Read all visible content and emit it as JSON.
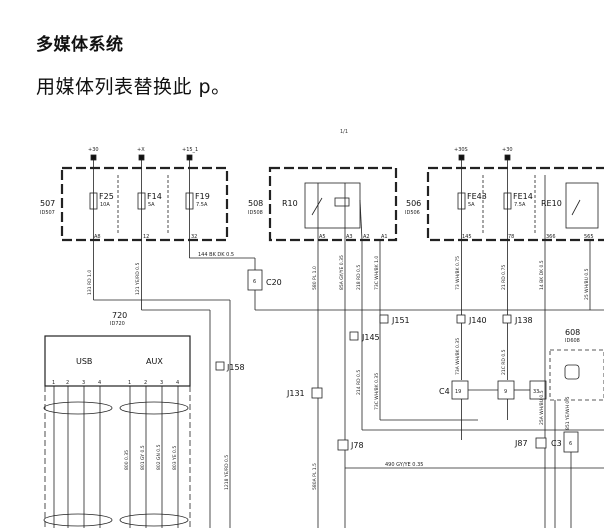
{
  "heading": "多媒体系统",
  "instruction": "用媒体列表替换此 p。",
  "diagram": {
    "page_indicator": "1/1",
    "top_labels": [
      "+30",
      "+X",
      "+15_1",
      "+30S",
      "+30"
    ],
    "modules": {
      "m507": {
        "name": "507",
        "sub": "ID507"
      },
      "m508": {
        "name": "508",
        "sub": "ID508"
      },
      "m506": {
        "name": "506",
        "sub": "ID506"
      },
      "m720": {
        "name": "720",
        "sub": "ID720"
      },
      "m608": {
        "name": "608",
        "sub": "ID608"
      }
    },
    "fuses": {
      "f25": {
        "name": "F25",
        "rating": "10A"
      },
      "f14a": {
        "name": "F14",
        "rating": "5A"
      },
      "f19": {
        "name": "F19",
        "rating": "7.5A"
      },
      "fe43": {
        "name": "FE43",
        "rating": "5A"
      },
      "fe14": {
        "name": "FE14",
        "rating": "7.5A"
      }
    },
    "relays": {
      "r10": "R10",
      "re10": "RE10"
    },
    "ports": {
      "usb": "USB",
      "aux": "AUX"
    },
    "connectors": {
      "c20": "C20",
      "c4": "C4",
      "c3": "C3",
      "c20_pin": "6",
      "c4_pin1": "19",
      "c4_pin2": "9",
      "c4_pin3": "33",
      "c3_pin": "6"
    },
    "junctions": {
      "j151": "J151",
      "j145": "J145",
      "j140": "J140",
      "j138": "J138",
      "j158": "J158",
      "j131": "J131",
      "j78": "J78",
      "j87": "J87"
    },
    "pins_507": [
      "A8",
      "12",
      "32"
    ],
    "pins_508": [
      "A5",
      "A3",
      "A2",
      "A1"
    ],
    "pins_506": [
      "145",
      "78",
      "366",
      "565"
    ],
    "usb_pins": [
      "1",
      "2",
      "3",
      "4",
      "1",
      "2",
      "3",
      "4"
    ],
    "wires": {
      "w131": "131 RD 1.0",
      "w121": "121 YE/RD 0.5",
      "w144": "144 BK DK 0.5",
      "w580": "580 PL 1.0",
      "w85": "85A GY/YE 0.35",
      "w218": "218 RD 0.5",
      "w73c": "73C WH/BK 1.0",
      "w73a": "73 WH/BK 0.75",
      "w21": "21 RD 0.75",
      "w14": "14 BK DK 0.5",
      "w25": "25 WH/BU 0.5",
      "w214": "214 RD 0.5",
      "w73cb": "73C WH/BK 0.35",
      "w73ab": "73A WH/BK 0.35",
      "w21c": "21C RD 0.5",
      "w25a": "25A WH/BU 0.5",
      "w851": "851 YE/WH 0.5",
      "w580b": "580A PL 1.5",
      "w490": "490 GY/YE 0.35",
      "w1218": "1218 YE/RD 0.5",
      "w800": "800 0.35",
      "w801": "801 GY 0.5",
      "w802": "802 GN 0.5",
      "w803": "803 YE 0.5"
    }
  }
}
